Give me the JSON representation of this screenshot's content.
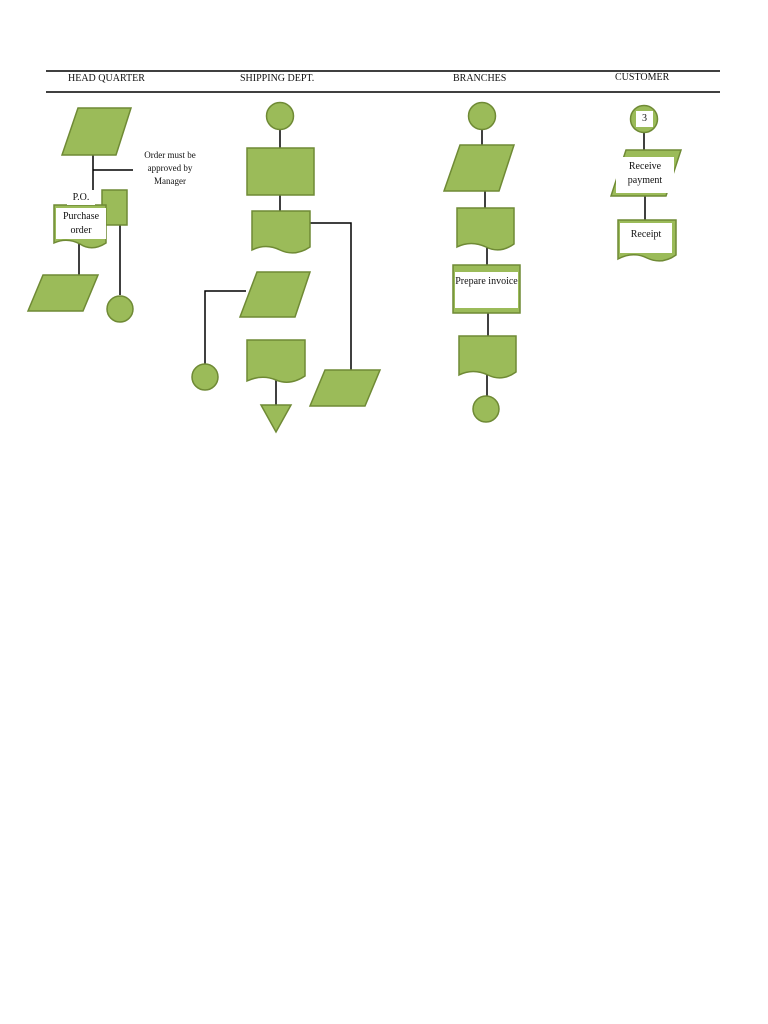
{
  "headers": {
    "headquarter": "HEAD QUARTER",
    "shipping": "SHIPPING DEPT.",
    "branches": "BRANCHES",
    "customer": "CUSTOMER"
  },
  "labels": {
    "approval_note": "Order must be approved by Manager",
    "po_short": "P.O.",
    "purchase_order": "Purchase order",
    "prepare_invoice": "Prepare invoice",
    "connector_3": "3",
    "receive_payment": "Receive payment",
    "receipt": "Receipt"
  },
  "colors": {
    "fill": "#9bbb59",
    "stroke": "#6f8a35",
    "line": "#000000"
  }
}
